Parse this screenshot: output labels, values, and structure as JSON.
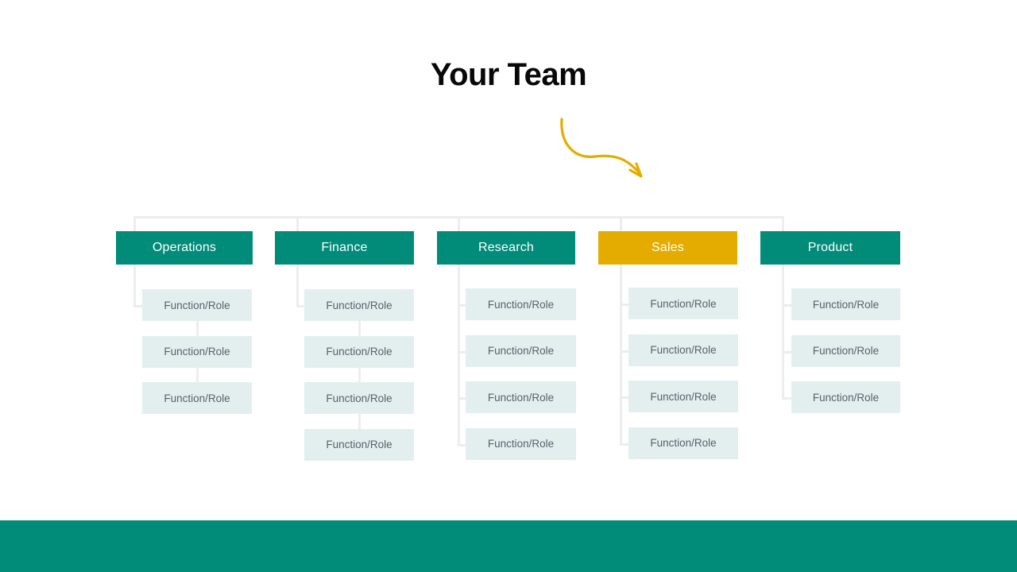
{
  "slide": {
    "title": "Your Team",
    "accent_teal": "#008C79",
    "accent_amber": "#E5AC00",
    "node_fill": "#E3EFEF",
    "node_text": "#56626B",
    "connector_color": "#ededed",
    "background": "#ffffff"
  },
  "arrow": {
    "name": "curved-arrow",
    "color": "#E5AC00",
    "direction": "down-right"
  },
  "org_chart": {
    "columns": [
      {
        "id": "operations",
        "label": "Operations",
        "color": "teal",
        "connector_style": "elbow",
        "children": [
          {
            "label": "Function/Role"
          },
          {
            "label": "Function/Role"
          },
          {
            "label": "Function/Role"
          }
        ]
      },
      {
        "id": "finance",
        "label": "Finance",
        "color": "teal",
        "connector_style": "elbow",
        "children": [
          {
            "label": "Function/Role"
          },
          {
            "label": "Function/Role"
          },
          {
            "label": "Function/Role"
          },
          {
            "label": "Function/Role"
          }
        ]
      },
      {
        "id": "research",
        "label": "Research",
        "color": "teal",
        "connector_style": "spine",
        "children": [
          {
            "label": "Function/Role"
          },
          {
            "label": "Function/Role"
          },
          {
            "label": "Function/Role"
          },
          {
            "label": "Function/Role"
          }
        ]
      },
      {
        "id": "sales",
        "label": "Sales",
        "color": "amber",
        "connector_style": "spine",
        "children": [
          {
            "label": "Function/Role"
          },
          {
            "label": "Function/Role"
          },
          {
            "label": "Function/Role"
          },
          {
            "label": "Function/Role"
          }
        ]
      },
      {
        "id": "product",
        "label": "Product",
        "color": "teal",
        "connector_style": "spine",
        "children": [
          {
            "label": "Function/Role"
          },
          {
            "label": "Function/Role"
          },
          {
            "label": "Function/Role"
          }
        ]
      }
    ]
  },
  "footer": {
    "name": "footer-bar",
    "color": "#008C79"
  }
}
